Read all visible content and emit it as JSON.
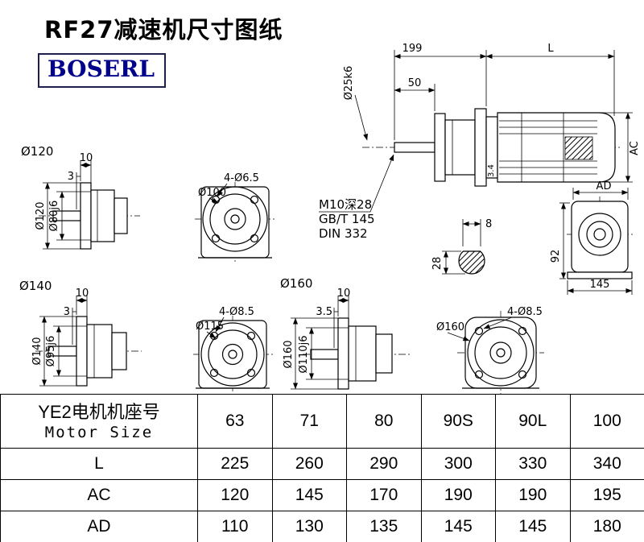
{
  "page": {
    "title": "RF27减速机尺寸图纸",
    "logo_text": "BOSERL"
  },
  "drawings": {
    "main_assembly": {
      "dim_overall": "199",
      "dim_motor_length": "L",
      "dim_shaft_length": "50",
      "dim_shaft_dia": "Ø25k6",
      "dim_motor_dia": "AC",
      "dim_gap": "3.4",
      "thread_note_1": "M10深28",
      "thread_note_2": "GB/T 145",
      "thread_note_3": "DIN 332"
    },
    "key_section": {
      "dim_width": "8",
      "dim_height": "28"
    },
    "rear_view": {
      "dim_top": "AD",
      "dim_side": "92",
      "dim_bottom": "145"
    },
    "flange120_side": {
      "group_label": "Ø120",
      "dim_offset": "10",
      "dim_step": "3",
      "dim_outer": "Ø120",
      "dim_spigot": "Ø80j6"
    },
    "flange120_front": {
      "dim_holes": "4-Ø6.5",
      "dim_circle": "Ø100"
    },
    "flange140_side": {
      "group_label": "Ø140",
      "dim_offset": "10",
      "dim_step": "3",
      "dim_outer": "Ø140",
      "dim_spigot": "Ø95j6"
    },
    "flange140_front": {
      "dim_holes": "4-Ø8.5",
      "dim_circle": "Ø115"
    },
    "flange160_side": {
      "group_label": "Ø160",
      "dim_offset": "10",
      "dim_step": "3.5",
      "dim_outer": "Ø160",
      "dim_spigot": "Ø110j6"
    },
    "flange160_front": {
      "dim_holes": "4-Ø8.5",
      "dim_circle": "Ø160"
    }
  },
  "table": {
    "header_label_cn": "YE2电机机座号",
    "header_label_en": "Motor Size",
    "columns": [
      "63",
      "71",
      "80",
      "90S",
      "90L",
      "100"
    ],
    "rows": [
      {
        "label": "L",
        "values": [
          "225",
          "260",
          "290",
          "300",
          "330",
          "340"
        ]
      },
      {
        "label": "AC",
        "values": [
          "120",
          "145",
          "170",
          "190",
          "190",
          "195"
        ]
      },
      {
        "label": "AD",
        "values": [
          "110",
          "130",
          "135",
          "145",
          "145",
          "180"
        ]
      }
    ]
  }
}
